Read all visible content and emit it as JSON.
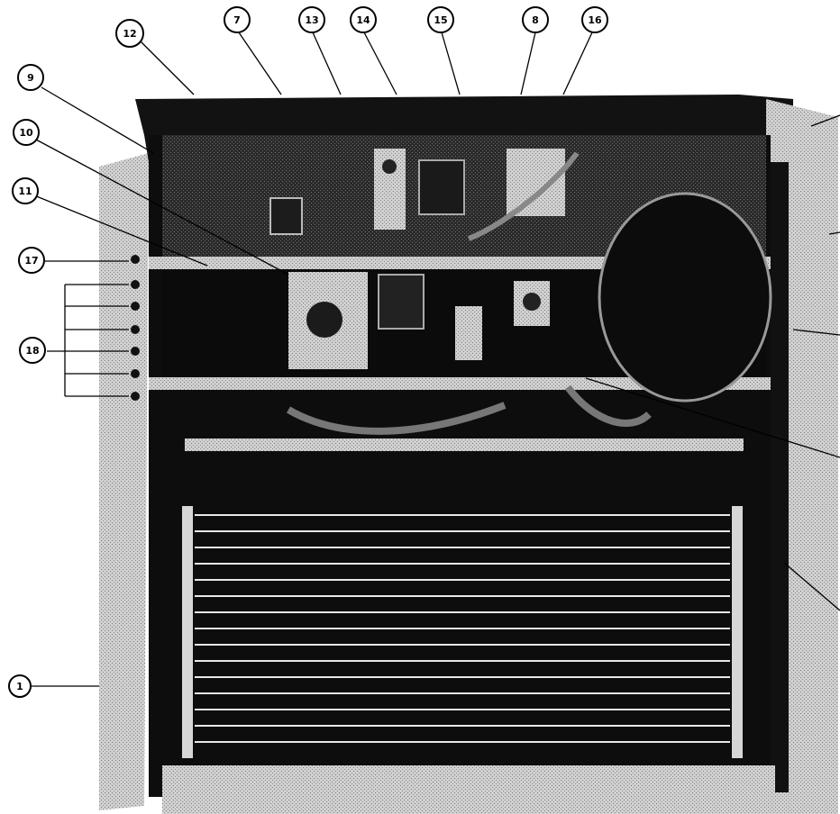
{
  "figure": {
    "description_kind": "photo-diagram",
    "callouts": [
      {
        "id": "c12",
        "label": "12"
      },
      {
        "id": "c7",
        "label": "7"
      },
      {
        "id": "c13",
        "label": "13"
      },
      {
        "id": "c14",
        "label": "14"
      },
      {
        "id": "c15",
        "label": "15"
      },
      {
        "id": "c8",
        "label": "8"
      },
      {
        "id": "c16",
        "label": "16"
      },
      {
        "id": "c9",
        "label": "9"
      },
      {
        "id": "c10",
        "label": "10"
      },
      {
        "id": "c11",
        "label": "11"
      },
      {
        "id": "c17",
        "label": "17"
      },
      {
        "id": "c18",
        "label": "18"
      },
      {
        "id": "c1",
        "label": "1"
      }
    ]
  },
  "colors": {
    "ink": "#000000",
    "paper": "#ffffff",
    "frame_grey": "#bdbdbd",
    "coil_line": "#e8e8e8"
  }
}
